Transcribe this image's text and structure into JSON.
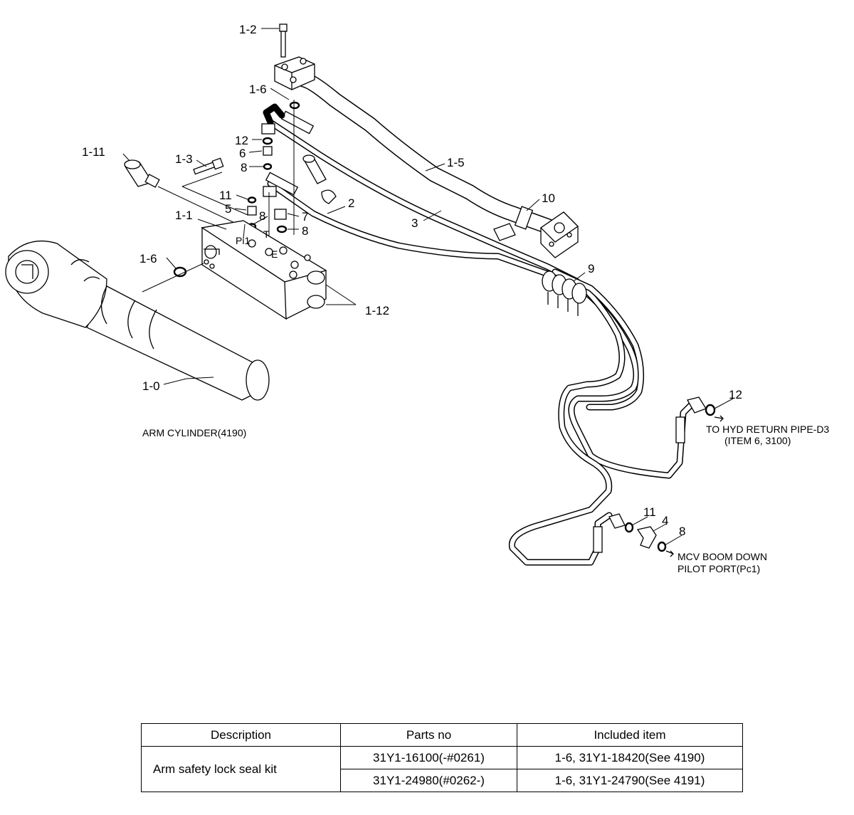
{
  "labels": {
    "l_1_2": "1-2",
    "l_1_6_top": "1-6",
    "l_12_top": "12",
    "l_6": "6",
    "l_8_a": "8",
    "l_1_11": "1-11",
    "l_1_3": "1-3",
    "l_11_top": "11",
    "l_5": "5",
    "l_8_b": "8",
    "l_1_1": "1-1",
    "l_7": "7",
    "l_8_c": "8",
    "l_1_6_left": "1-6",
    "l_1_12": "1-12",
    "l_1_0": "1-0",
    "l_1_5": "1-5",
    "l_2": "2",
    "l_3": "3",
    "l_10": "10",
    "l_9": "9",
    "l_12_right": "12",
    "l_11_bottom": "11",
    "l_4": "4",
    "l_8_bottom": "8"
  },
  "port_marks": {
    "pi1": "Pi1",
    "t": "T",
    "e": "E"
  },
  "notes": {
    "arm_cylinder": "ARM CYLINDER(4190)",
    "return_line1": "TO HYD RETURN PIPE-D3",
    "return_line2": "(ITEM 6, 3100)",
    "mcv_line1": "MCV BOOM DOWN",
    "mcv_line2": "PILOT PORT(Pc1)"
  },
  "table": {
    "headers": [
      "Description",
      "Parts no",
      "Included item"
    ],
    "description": "Arm safety lock seal kit",
    "rows": [
      {
        "parts_no": "31Y1-16100(-#0261)",
        "included": "1-6, 31Y1-18420(See 4190)"
      },
      {
        "parts_no": "31Y1-24980(#0262-)",
        "included": "1-6, 31Y1-24790(See 4191)"
      }
    ]
  }
}
